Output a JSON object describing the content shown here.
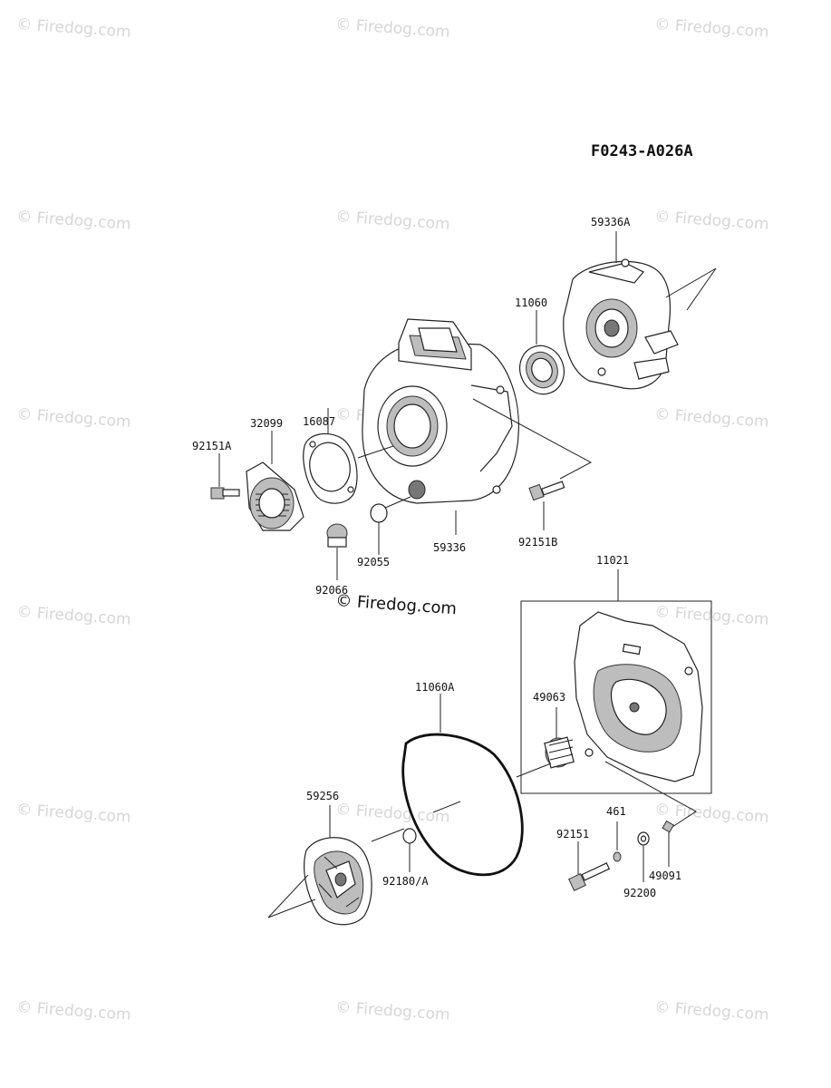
{
  "diagram": {
    "code": "F0243-A026A",
    "watermark": "© Firedog.com",
    "center_watermark": "© Firedog.com",
    "parts": {
      "p59336A": "59336A",
      "p11060": "11060",
      "p16087": "16087",
      "p32099": "32099",
      "p92151A": "92151A",
      "p92055": "92055",
      "p59336": "59336",
      "p92151B": "92151B",
      "p92066": "92066",
      "p11021": "11021",
      "p11060A": "11060A",
      "p49063": "49063",
      "p59256": "59256",
      "p461": "461",
      "p92151": "92151",
      "p49091": "49091",
      "p92200": "92200",
      "p92180A": "92180/A"
    }
  }
}
